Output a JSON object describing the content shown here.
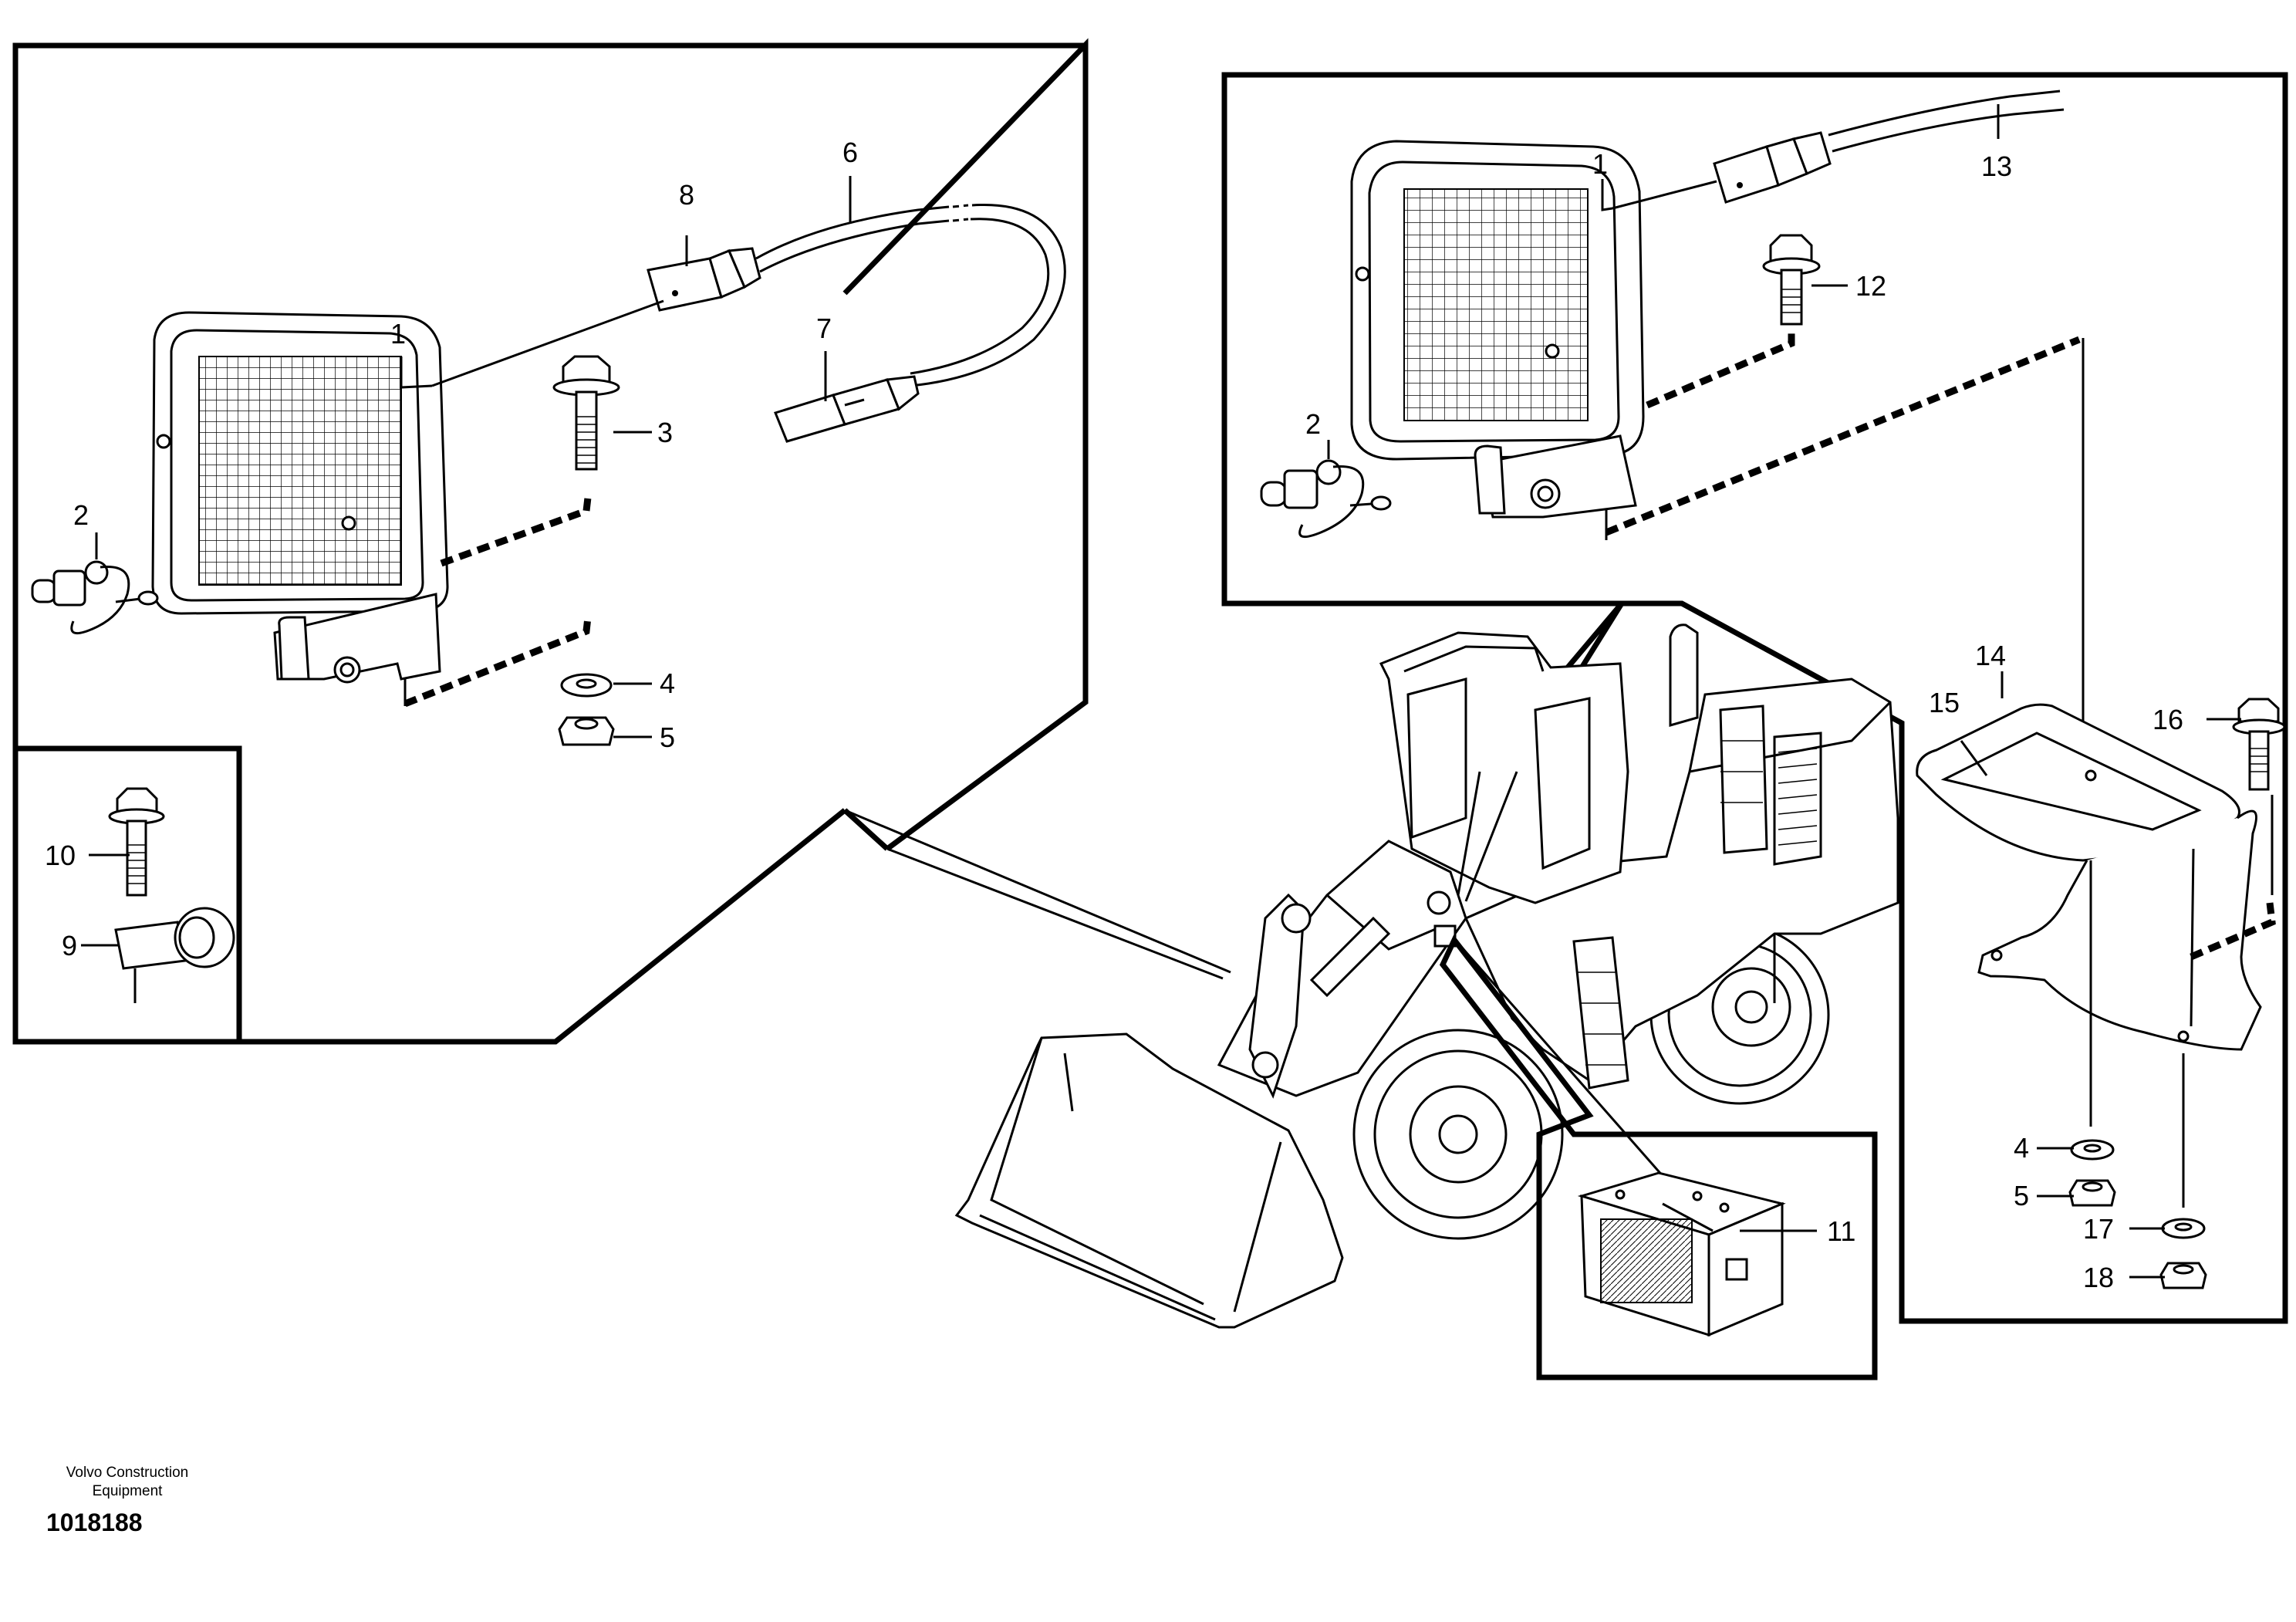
{
  "figure": {
    "company_line1": "Volvo Construction",
    "company_line2": "Equipment",
    "drawing_number": "1018188"
  },
  "callouts": {
    "left_light": "1",
    "left_bulb": "2",
    "left_bolt": "3",
    "left_washer": "4",
    "left_nut": "5",
    "cable": "6",
    "connector_end": "7",
    "connector": "8",
    "clip": "9",
    "clip_bolt": "10",
    "relay": "11",
    "right_bolt": "12",
    "right_cable": "13",
    "bracket": "14",
    "pad": "15",
    "bracket_bolt": "16",
    "bracket_washer": "17",
    "bracket_nut": "18",
    "right_light": "1",
    "right_bulb": "2",
    "right_washer": "4",
    "right_nut": "5"
  },
  "icons": {
    "work_light": "work-light-icon",
    "bulb": "bulb-icon",
    "bolt": "bolt-icon",
    "washer": "washer-icon",
    "nut": "nut-icon",
    "relay": "relay-icon",
    "loader": "wheel-loader-icon"
  }
}
